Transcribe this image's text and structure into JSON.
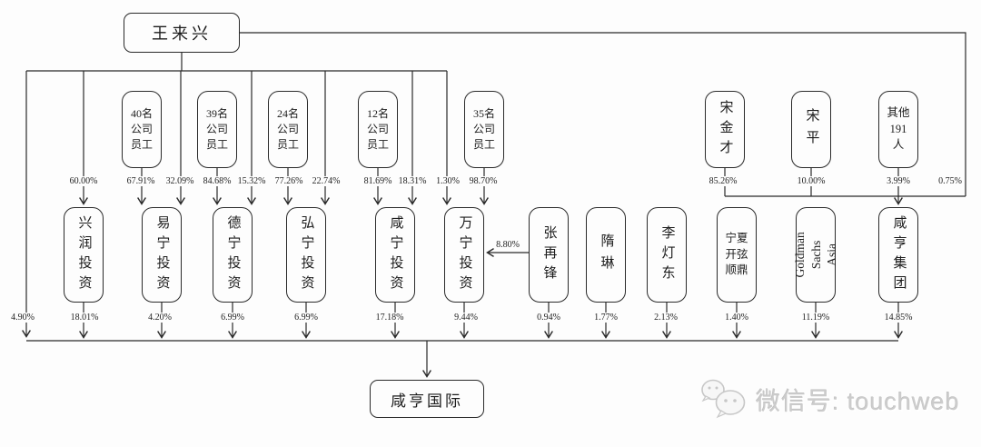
{
  "root": {
    "label": "王来兴",
    "stakes": {
      "xingrun": "60.00%",
      "yining": "32.09%",
      "dening": "15.32%",
      "hongning": "22.74%",
      "xianning": "18.31%",
      "wanning": "1.30%",
      "group": "0.75%",
      "company_direct": "4.90%"
    }
  },
  "employee_groups": [
    {
      "label": "40名\n公司\n员工",
      "stake": "67.91%"
    },
    {
      "label": "39名\n公司\n员工",
      "stake": "84.68%"
    },
    {
      "label": "24名\n公司\n员工",
      "stake": "77.26%"
    },
    {
      "label": "12名\n公司\n员工",
      "stake": "81.69%"
    },
    {
      "label": "35名\n公司\n员工",
      "stake": "98.70%"
    }
  ],
  "platforms": [
    {
      "label": "兴润投资",
      "stake_in_company": "18.01%"
    },
    {
      "label": "易宁投资",
      "stake_in_company": "4.20%"
    },
    {
      "label": "德宁投资",
      "stake_in_company": "6.99%"
    },
    {
      "label": "弘宁投资",
      "stake_in_company": "6.99%"
    },
    {
      "label": "咸宁投资",
      "stake_in_company": "17.18%"
    },
    {
      "label": "万宁投资",
      "stake_in_company": "9.44%"
    }
  ],
  "individuals": [
    {
      "label": "张再锋",
      "stake_in_company": "0.94%",
      "stake_in_wanning": "8.80%"
    },
    {
      "label": "隋琳",
      "stake_in_company": "1.77%"
    },
    {
      "label": "李灯东",
      "stake_in_company": "2.13%"
    },
    {
      "label": "宁夏\n开弦\n顺鼎",
      "stake_in_company": "1.40%"
    },
    {
      "label": "Goldman\nSachs Asia",
      "stake_in_company": "11.19%"
    }
  ],
  "group": {
    "label": "咸亨集团",
    "stake_in_company": "14.85%",
    "holders": [
      {
        "label": "宋金才",
        "stake": "85.26%"
      },
      {
        "label": "宋平",
        "stake": "10.00%"
      },
      {
        "label": "其他\n191\n人",
        "stake": "3.99%"
      }
    ]
  },
  "company": {
    "label": "咸亨国际"
  },
  "watermark": {
    "icon": "wechat-icon",
    "text": "微信号: touchweb"
  }
}
